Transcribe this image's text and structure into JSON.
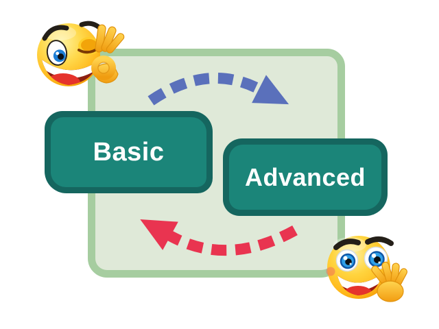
{
  "figure": {
    "description": "Cycle diagram on a hand-drawn light green panel showing a loop between Basic and Advanced, decorated with two 3D emoji stickers"
  },
  "colors": {
    "background": "#ffffff",
    "panel_fill": "#dfe9d8",
    "panel_border": "#a6cda0",
    "node_fill": "#1b8579",
    "node_border": "#15665f",
    "node_text": "#ffffff",
    "forward_arrow": "#5a70bb",
    "backward_arrow": "#e93450"
  },
  "nodes": {
    "basic": {
      "label": "Basic",
      "fill": "#1b8579",
      "border": "#15665f",
      "text_color": "#ffffff"
    },
    "advanced": {
      "label": "Advanced",
      "fill": "#1b8579",
      "border": "#15665f",
      "text_color": "#ffffff"
    }
  },
  "arrows": {
    "forward": {
      "icon": "dashed-curved-arrow-right-icon",
      "color": "#5a70bb",
      "from": "Basic",
      "to": "Advanced",
      "style": "dashed",
      "position": "top"
    },
    "backward": {
      "icon": "dashed-curved-arrow-left-icon",
      "color": "#e93450",
      "from": "Advanced",
      "to": "Basic",
      "style": "dashed",
      "position": "bottom"
    }
  },
  "stickers": {
    "top_left": {
      "icon": "winking-ok-emoji",
      "description": "winking yellow emoji making an OK hand sign"
    },
    "bottom_right": {
      "icon": "waving-emoji",
      "description": "smiling wide-eyed yellow emoji with raised waving hand"
    }
  }
}
